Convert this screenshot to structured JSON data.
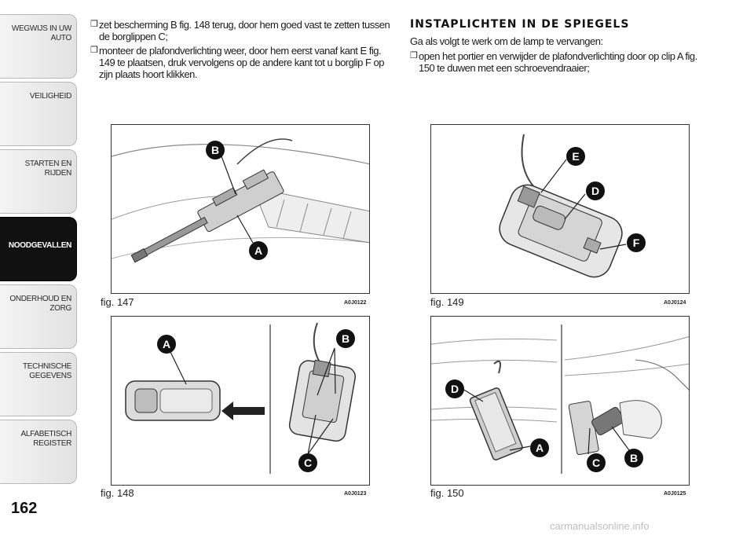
{
  "sidebar": {
    "tabs": [
      {
        "label": "WEGWIJS IN UW AUTO",
        "active": false
      },
      {
        "label": "VEILIGHEID",
        "active": false
      },
      {
        "label": "STARTEN EN RIJDEN",
        "active": false
      },
      {
        "label": "NOODGEVALLEN",
        "active": true
      },
      {
        "label": "ONDERHOUD EN ZORG",
        "active": false
      },
      {
        "label": "TECHNISCHE GEGEVENS",
        "active": false
      },
      {
        "label": "ALFABETISCH REGISTER",
        "active": false
      }
    ]
  },
  "page_number": "162",
  "left_column": {
    "bullets": [
      "zet bescherming B fig. 148 terug, door hem goed vast te zetten tussen de borglippen C;",
      "monteer de plafondverlichting weer, door hem eerst vanaf kant E fig. 149 te plaatsen, druk vervolgens op de andere kant tot u borglip F op zijn plaats hoort klikken."
    ]
  },
  "right_column": {
    "title": "INSTAPLICHTEN IN DE SPIEGELS",
    "intro": "Ga als volgt te werk om de lamp te vervangen:",
    "bullets": [
      "open het portier en verwijder de plafondverlichting door op clip A fig. 150 te duwen met een schroevendraaier;"
    ]
  },
  "bullet_mark": "❒",
  "figures": {
    "fig147": {
      "caption": "fig. 147",
      "code": "A0J0122",
      "labels": [
        "B",
        "A"
      ]
    },
    "fig149": {
      "caption": "fig. 149",
      "code": "A0J0124",
      "labels": [
        "E",
        "D",
        "F"
      ]
    },
    "fig148": {
      "caption": "fig. 148",
      "code": "A0J0123",
      "labels": [
        "A",
        "B",
        "C"
      ]
    },
    "fig150": {
      "caption": "fig. 150",
      "code": "A0J0125",
      "labels": [
        "D",
        "A",
        "C",
        "B"
      ]
    }
  },
  "watermark": "carmanualsonline.info"
}
